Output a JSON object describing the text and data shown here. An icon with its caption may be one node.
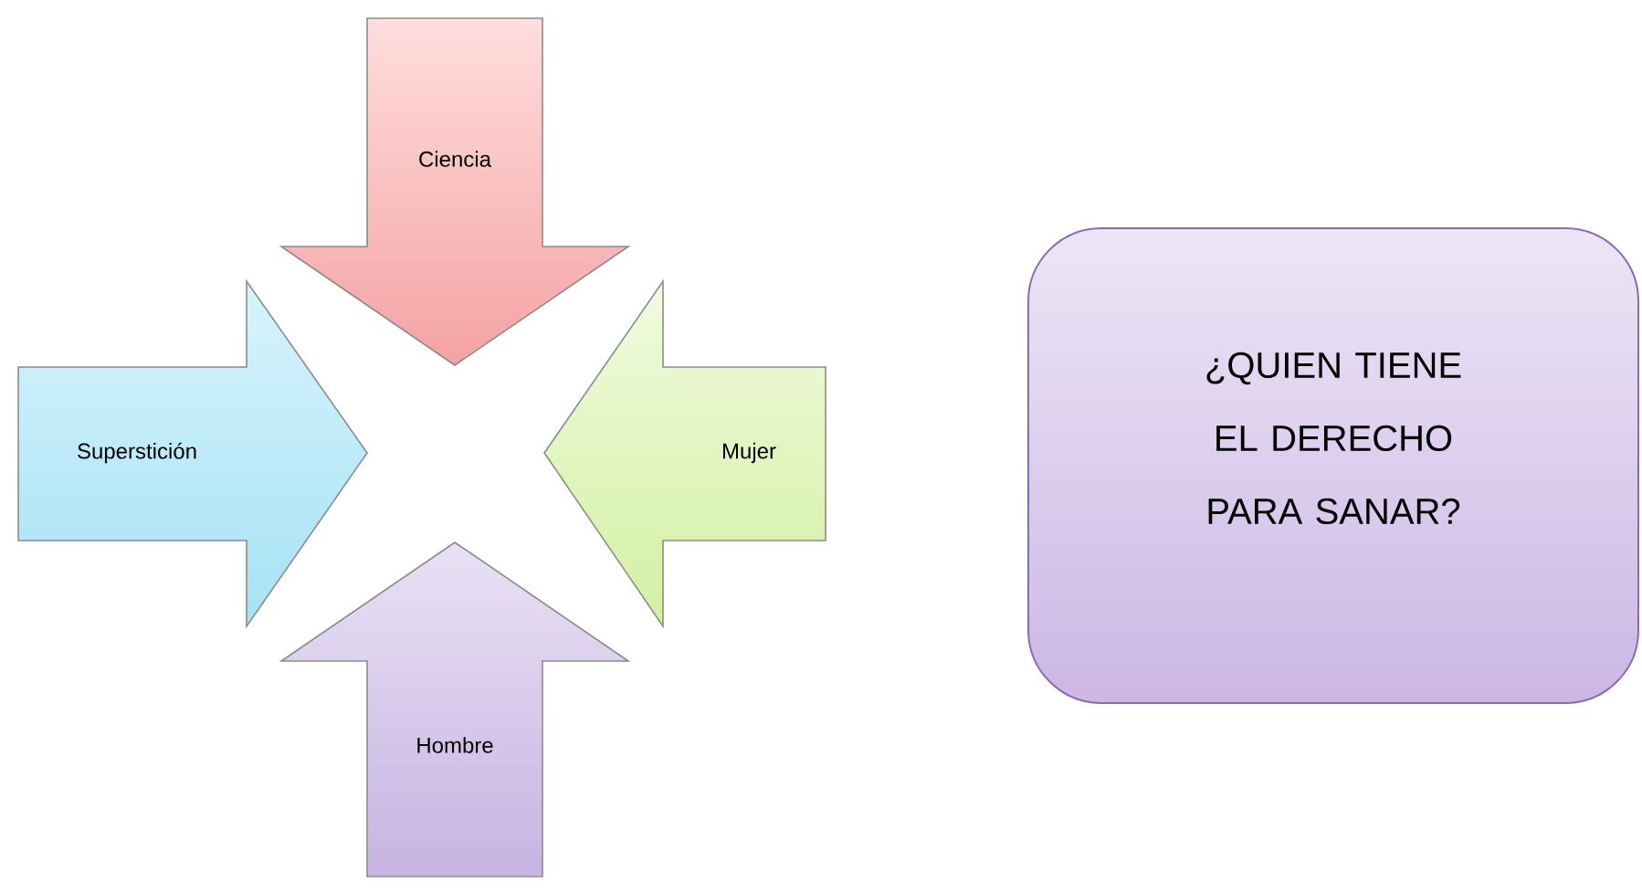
{
  "diagram": {
    "nodes": [
      {
        "text": [
          "Ciencia"
        ]
      },
      {
        "text": [
          "Superstición"
        ]
      },
      {
        "text": [
          "Mujer"
        ]
      },
      {
        "text": [
          "Hombre"
        ]
      },
      {
        "text": [
          "¿QUIEN TIENE EL DERECHO PARA SANAR?"
        ]
      }
    ]
  }
}
